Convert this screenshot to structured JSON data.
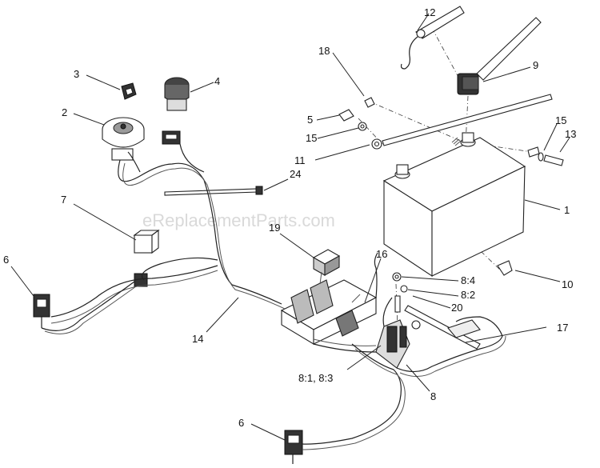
{
  "watermark": "eReplacementParts.com",
  "callouts": [
    {
      "id": "c1",
      "text": "1"
    },
    {
      "id": "c2",
      "text": "2"
    },
    {
      "id": "c3",
      "text": "3"
    },
    {
      "id": "c4",
      "text": "4"
    },
    {
      "id": "c5",
      "text": "5"
    },
    {
      "id": "c6a",
      "text": "6"
    },
    {
      "id": "c6b",
      "text": "6"
    },
    {
      "id": "c7",
      "text": "7"
    },
    {
      "id": "c8",
      "text": "8"
    },
    {
      "id": "c9",
      "text": "9"
    },
    {
      "id": "c10",
      "text": "10"
    },
    {
      "id": "c11",
      "text": "11"
    },
    {
      "id": "c12",
      "text": "12"
    },
    {
      "id": "c13",
      "text": "13"
    },
    {
      "id": "c14",
      "text": "14"
    },
    {
      "id": "c15a",
      "text": "15"
    },
    {
      "id": "c15b",
      "text": "15"
    },
    {
      "id": "c16",
      "text": "16"
    },
    {
      "id": "c17",
      "text": "17"
    },
    {
      "id": "c18",
      "text": "18"
    },
    {
      "id": "c19",
      "text": "19"
    },
    {
      "id": "c20",
      "text": "20"
    },
    {
      "id": "c24",
      "text": "24"
    },
    {
      "id": "c81",
      "text": "8:1, 8:3"
    },
    {
      "id": "c82",
      "text": "8:2"
    },
    {
      "id": "c84",
      "text": "8:4"
    }
  ]
}
